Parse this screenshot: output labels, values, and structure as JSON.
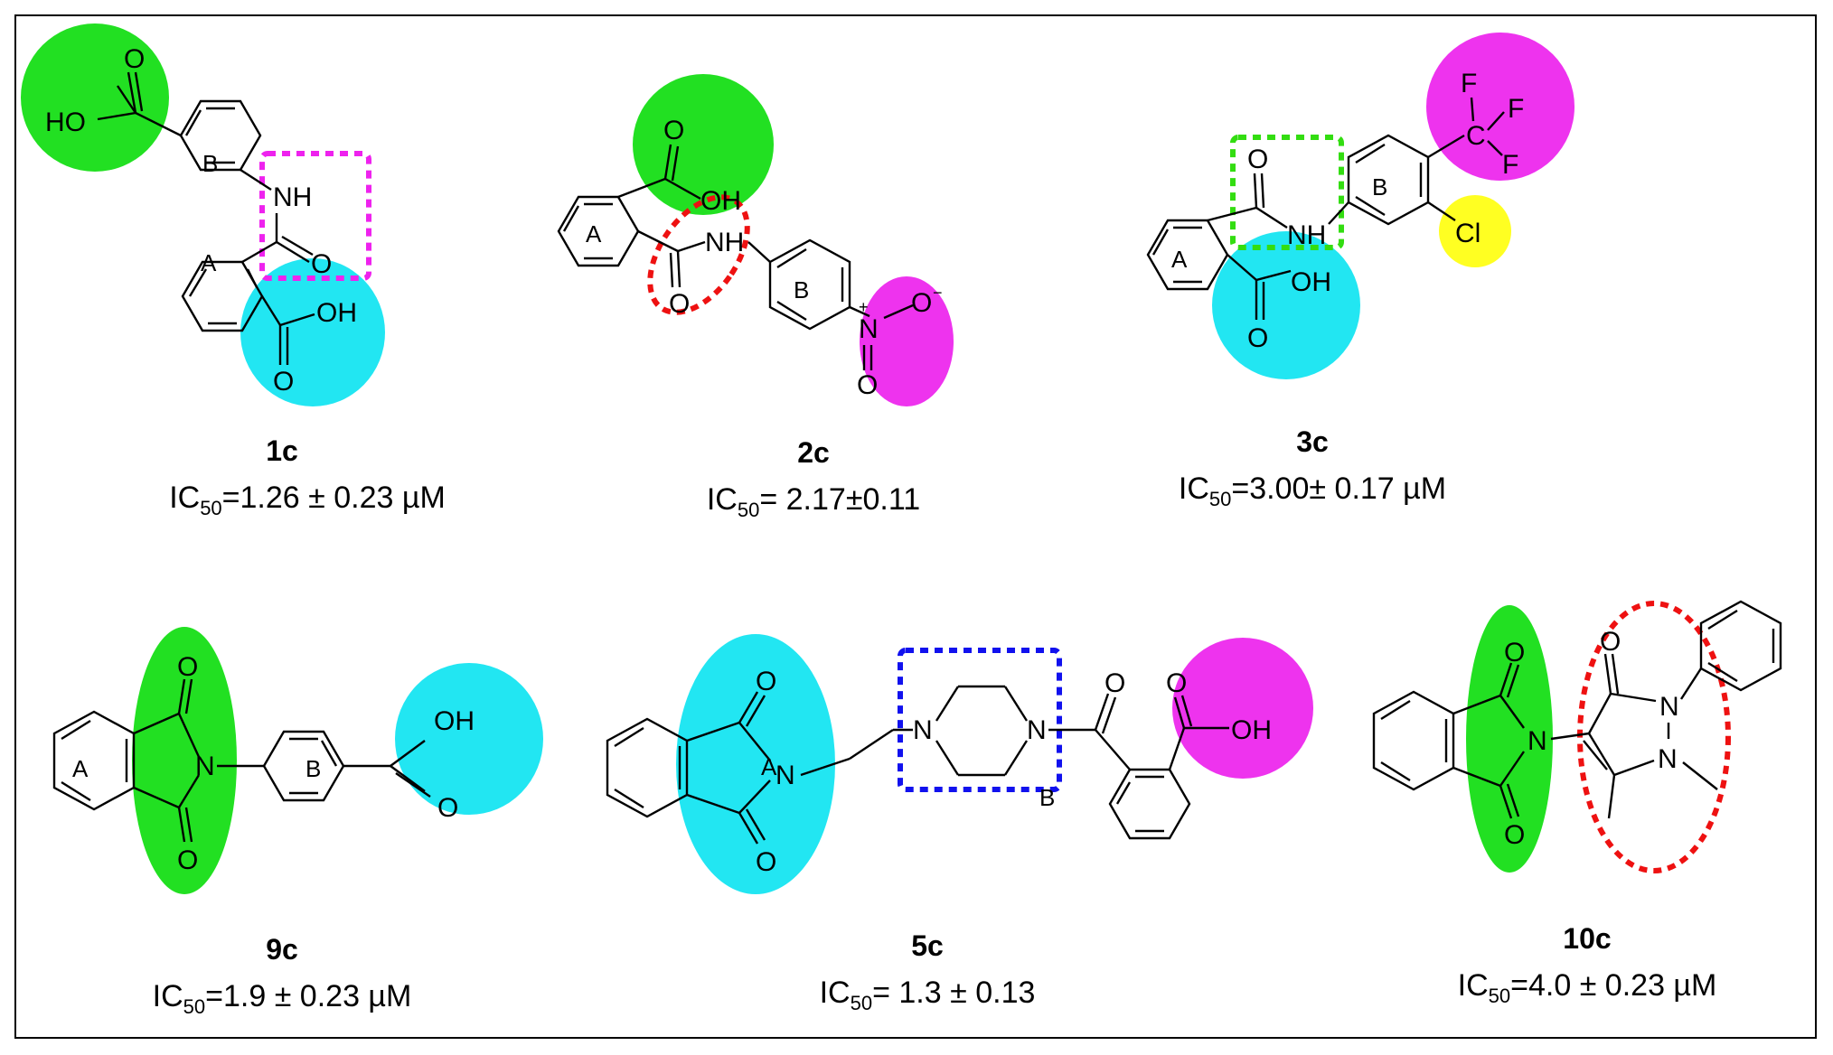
{
  "colors": {
    "green": "#22e022",
    "cyan": "#22e6f2",
    "magenta": "#ee33ee",
    "yellow": "#ffff22",
    "red_dash": "#ee1111",
    "magenta_dash": "#ee22ee",
    "green_dash": "#33dd11",
    "blue_dash": "#1111ee"
  },
  "compounds": [
    {
      "id": "1c",
      "name": "1c",
      "ic_prefix": "IC",
      "ic_sub": "50",
      "ic_value": "=1.26 ± 0.23 µM"
    },
    {
      "id": "2c",
      "name": "2c",
      "ic_prefix": "IC",
      "ic_sub": "50",
      "ic_value": "= 2.17±0.11"
    },
    {
      "id": "3c",
      "name": "3c",
      "ic_prefix": "IC",
      "ic_sub": "50",
      "ic_value": "=3.00± 0.17 µM"
    },
    {
      "id": "9c",
      "name": "9c",
      "ic_prefix": "IC",
      "ic_sub": "50",
      "ic_value": "=1.9 ± 0.23 µM"
    },
    {
      "id": "5c",
      "name": "5c",
      "ic_prefix": "IC",
      "ic_sub": "50",
      "ic_value": "= 1.3 ± 0.13"
    },
    {
      "id": "10c",
      "name": "10c",
      "ic_prefix": "IC",
      "ic_sub": "50",
      "ic_value": "=4.0 ± 0.23 µM"
    }
  ],
  "atoms": {
    "O": "O",
    "OH": "OH",
    "HO": "HO",
    "NH": "NH",
    "N": "N",
    "F": "F",
    "C": "C",
    "Cl": "Cl",
    "plus": "+",
    "minus": "−"
  },
  "rings": {
    "A": "A",
    "B": "B"
  }
}
